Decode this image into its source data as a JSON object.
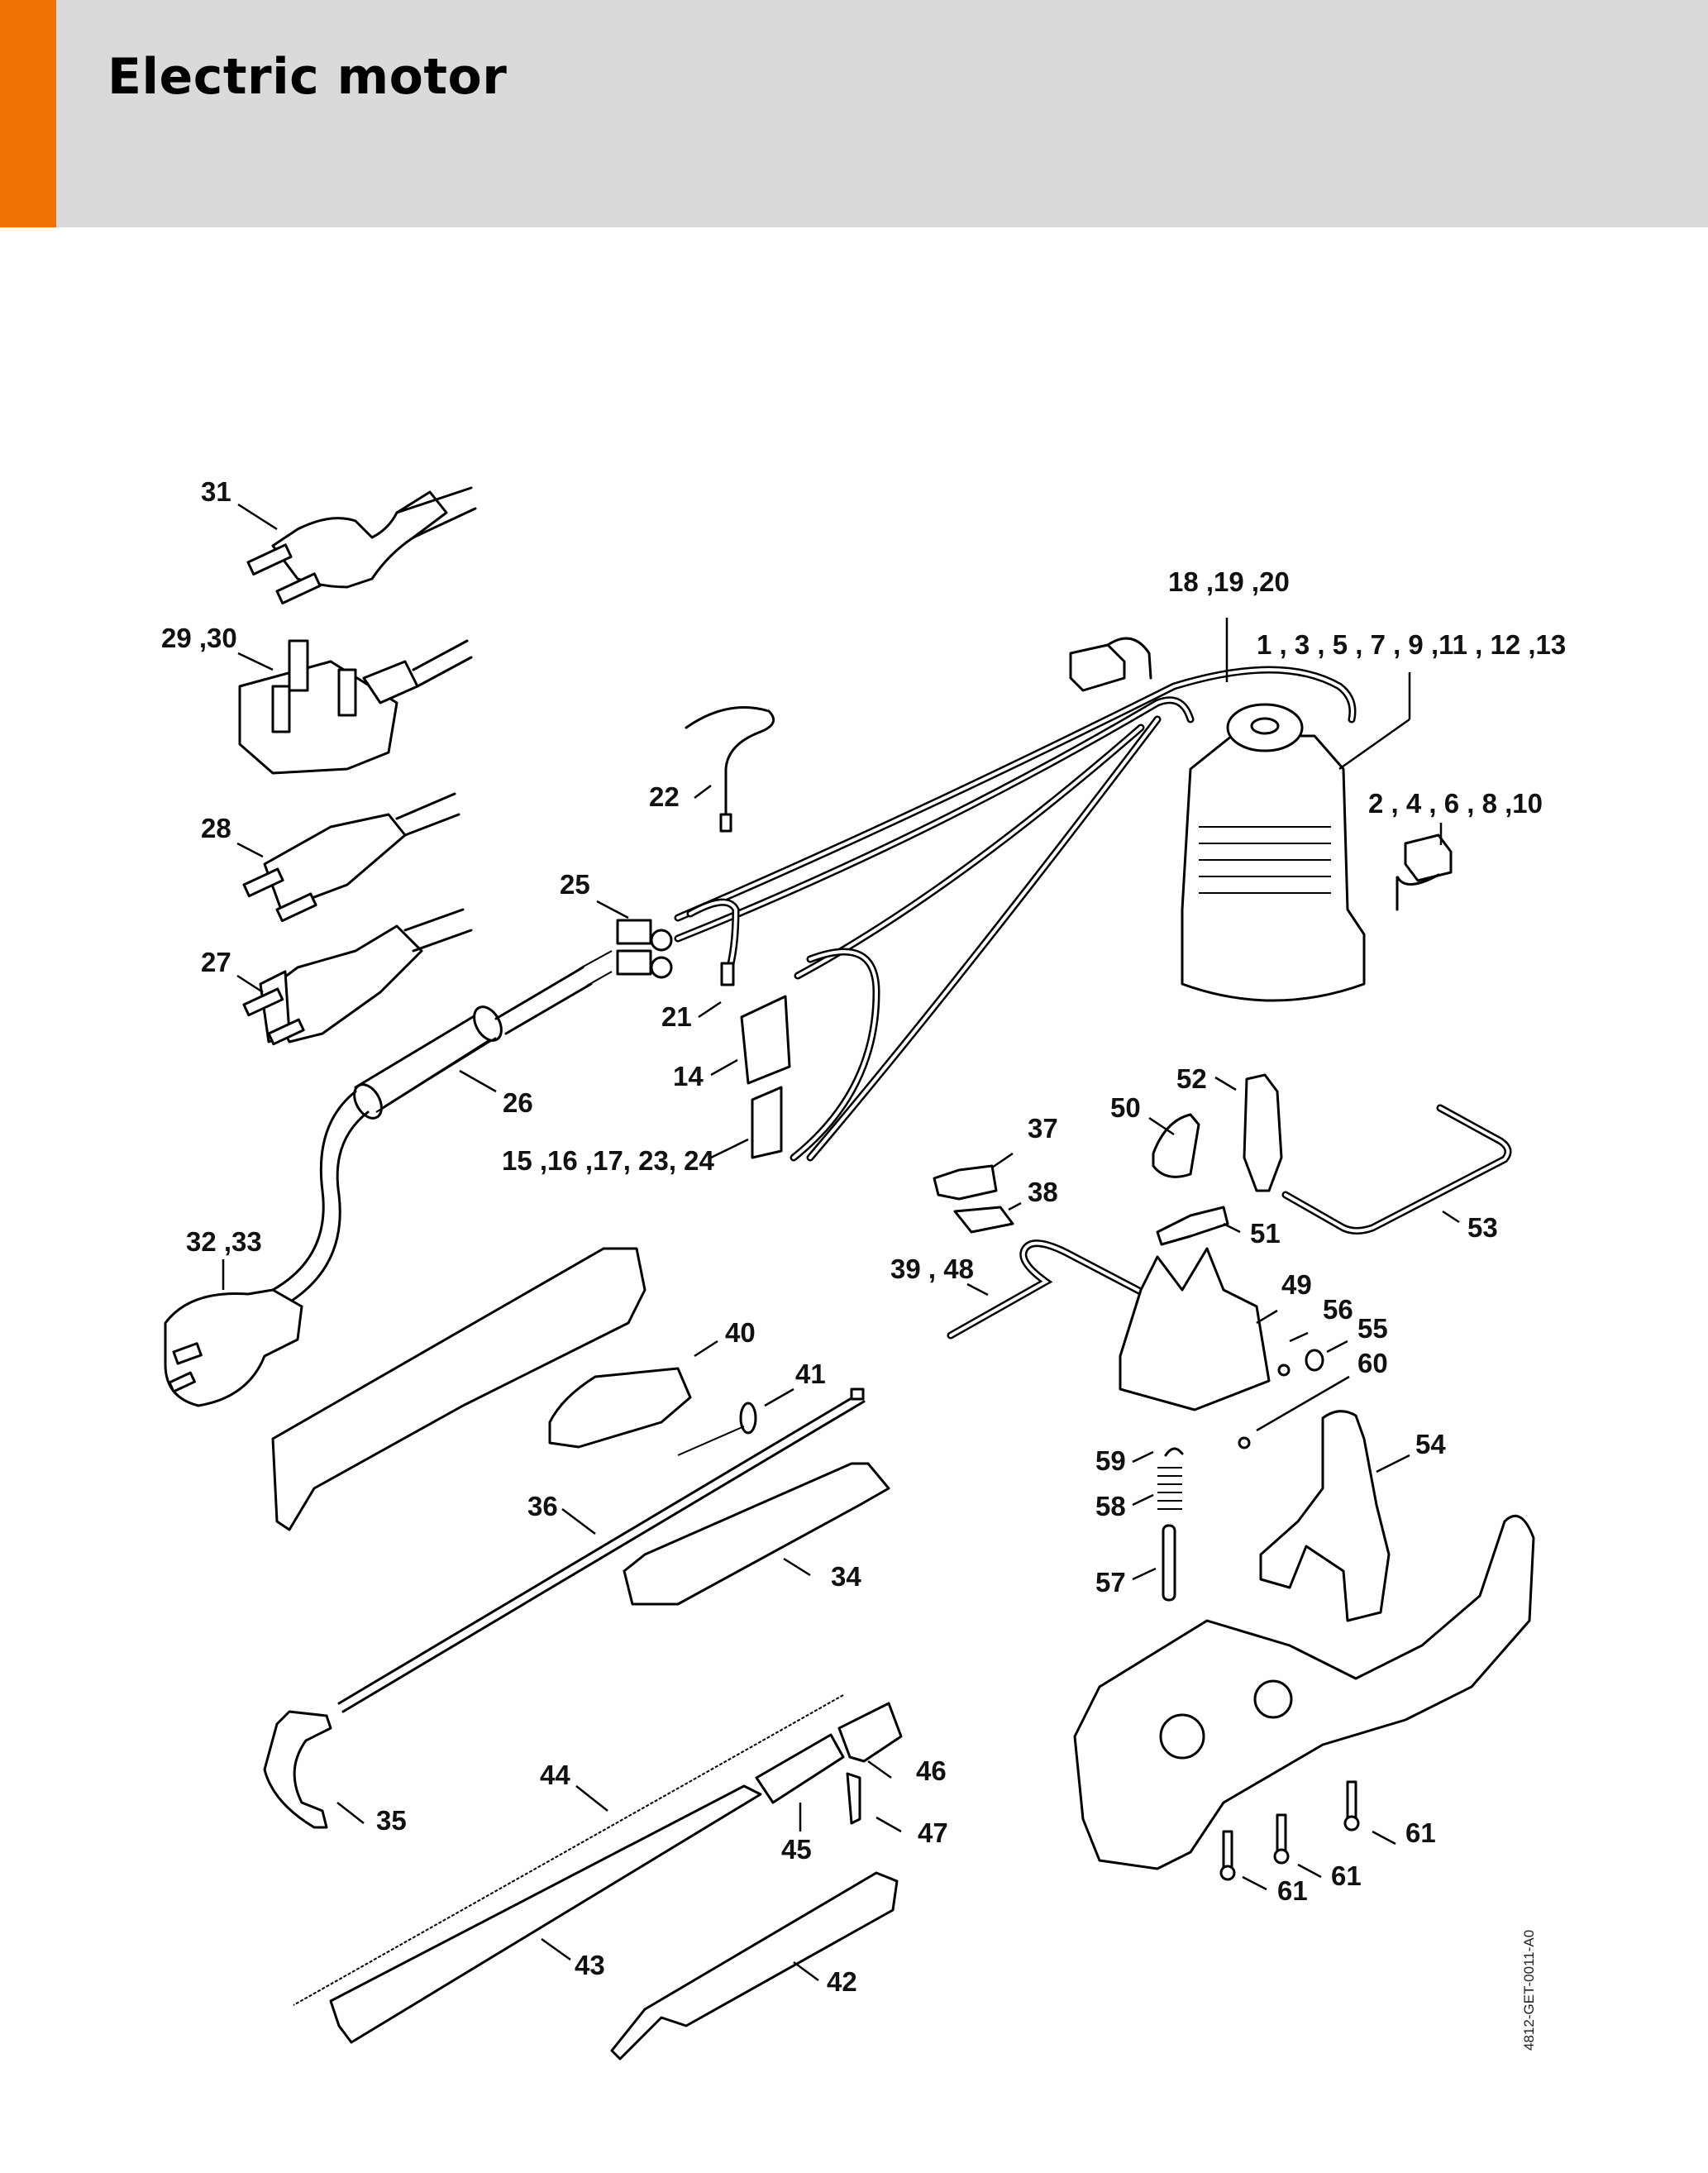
{
  "header": {
    "title": "Electric motor",
    "accent_color": "#ef7203",
    "band_color": "#d9dadb"
  },
  "figure_reference": "4812-GET-0011-A0",
  "callouts": [
    {
      "id": "c31",
      "label": "31",
      "part": "euro-plug-cable"
    },
    {
      "id": "c29-30",
      "label": "29 ,30",
      "part": "uk-plug-cable"
    },
    {
      "id": "c28",
      "label": "28",
      "part": "plug-cable"
    },
    {
      "id": "c27",
      "label": "27",
      "part": "schuko-plug-cable"
    },
    {
      "id": "c26",
      "label": "26",
      "part": "cable-sleeve"
    },
    {
      "id": "c32-33",
      "label": "32 ,33",
      "part": "au-plug-cable"
    },
    {
      "id": "c22",
      "label": "22",
      "part": "connecting-wire"
    },
    {
      "id": "c25",
      "label": "25",
      "part": "terminal-block"
    },
    {
      "id": "c21",
      "label": "21",
      "part": "connector"
    },
    {
      "id": "c14",
      "label": "14",
      "part": "micro-switch"
    },
    {
      "id": "c15-24",
      "label": "15 ,16 ,17, 23, 24",
      "part": "capacitor"
    },
    {
      "id": "c18-20",
      "label": "18 ,19 ,20",
      "part": "wire-harness"
    },
    {
      "id": "c1-13",
      "label": "1 , 3 , 5 , 7 , 9 ,11 , 12 ,13",
      "part": "electric-motor"
    },
    {
      "id": "c2-10",
      "label": "2 , 4 , 6 , 8 ,10",
      "part": "carbon-brush"
    },
    {
      "id": "c37",
      "label": "37",
      "part": "switch-slide"
    },
    {
      "id": "c38",
      "label": "38",
      "part": "lever"
    },
    {
      "id": "c39-48",
      "label": "39 , 48",
      "part": "rod"
    },
    {
      "id": "c50",
      "label": "50",
      "part": "switch-lever"
    },
    {
      "id": "c52",
      "label": "52",
      "part": "slide"
    },
    {
      "id": "c51",
      "label": "51",
      "part": "catch"
    },
    {
      "id": "c53",
      "label": "53",
      "part": "wire-rod"
    },
    {
      "id": "c49",
      "label": "49",
      "part": "switch-housing"
    },
    {
      "id": "c56",
      "label": "56",
      "part": "spring"
    },
    {
      "id": "c55",
      "label": "55",
      "part": "washer"
    },
    {
      "id": "c60",
      "label": "60",
      "part": "torsion-spring"
    },
    {
      "id": "c59",
      "label": "59",
      "part": "e-clip"
    },
    {
      "id": "c58",
      "label": "58",
      "part": "compression-spring"
    },
    {
      "id": "c57",
      "label": "57",
      "part": "pin"
    },
    {
      "id": "c54",
      "label": "54",
      "part": "lever-arm"
    },
    {
      "id": "c40",
      "label": "40",
      "part": "trigger"
    },
    {
      "id": "c41",
      "label": "41",
      "part": "torsion-spring"
    },
    {
      "id": "c36",
      "label": "36",
      "part": "throttle-rod"
    },
    {
      "id": "c34",
      "label": "34",
      "part": "handle-shell"
    },
    {
      "id": "c35",
      "label": "35",
      "part": "switch-lever"
    },
    {
      "id": "c44",
      "label": "44",
      "part": "cable"
    },
    {
      "id": "c45",
      "label": "45",
      "part": "sleeve"
    },
    {
      "id": "c46",
      "label": "46",
      "part": "bushing"
    },
    {
      "id": "c47",
      "label": "47",
      "part": "clip"
    },
    {
      "id": "c43",
      "label": "43",
      "part": "slide-rail"
    },
    {
      "id": "c42",
      "label": "42",
      "part": "handle-cover"
    },
    {
      "id": "c61a",
      "label": "61",
      "part": "screw"
    },
    {
      "id": "c61b",
      "label": "61",
      "part": "screw"
    },
    {
      "id": "c61c",
      "label": "61",
      "part": "screw"
    }
  ]
}
